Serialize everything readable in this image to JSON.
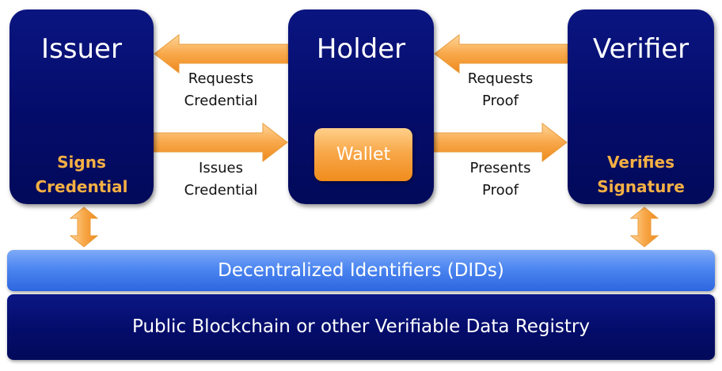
{
  "nodes": {
    "issuer": {
      "title": "Issuer",
      "subtitle": "Signs\nCredential"
    },
    "holder": {
      "title": "Holder",
      "wallet": "Wallet"
    },
    "verifier": {
      "title": "Verifier",
      "subtitle": "Verifies\nSignature"
    }
  },
  "edges": {
    "requests_credential": "Requests\nCredential",
    "issues_credential": "Issues\nCredential",
    "requests_proof": "Requests\nProof",
    "presents_proof": "Presents\nProof"
  },
  "layers": {
    "did": "Decentralized Identifiers (DIDs)",
    "registry": "Public Blockchain or other Verifiable Data Registry"
  },
  "colors": {
    "box_navy": "#040c6a",
    "accent_orange": "#f6b043",
    "arrow_orange": "#f8a84a",
    "did_blue": "#4c86f0"
  }
}
